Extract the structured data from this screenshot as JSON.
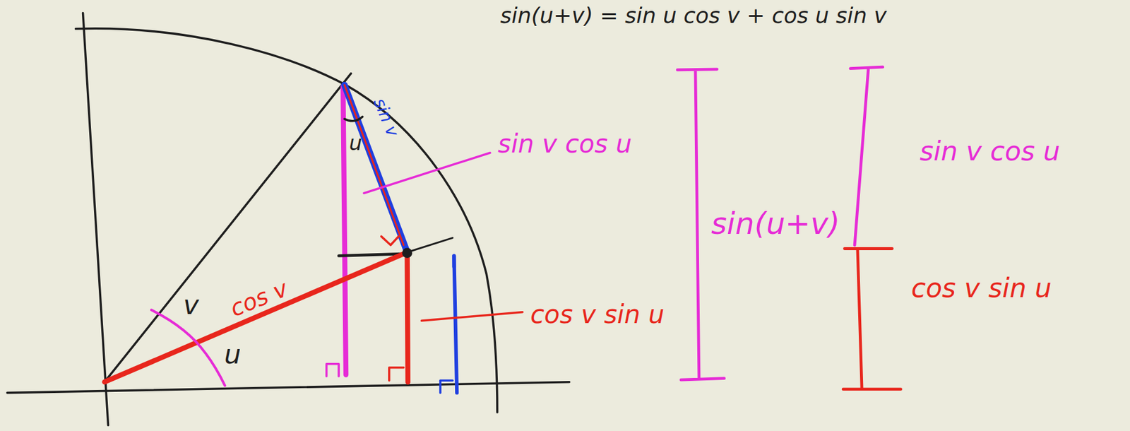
{
  "diagram": {
    "labels": [
      "sin(u+v) = sin u cos v + cos u sin v",
      "v",
      "u",
      "cos v",
      "sin v",
      "u",
      "sin v cos u",
      "cos v sin u",
      "sin(u+v)",
      "sin v cos u",
      "cos v sin u"
    ]
  }
}
